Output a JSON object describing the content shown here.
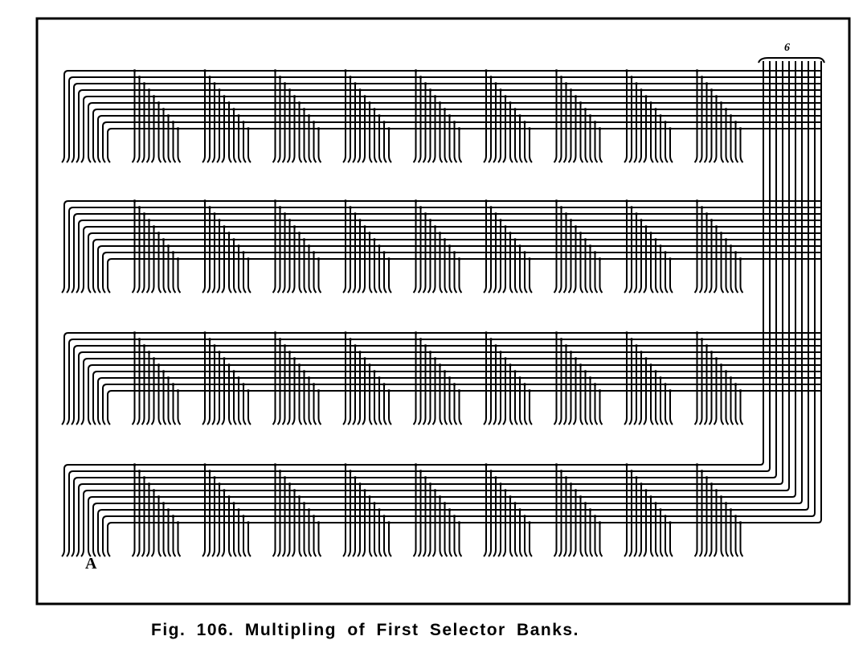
{
  "figure": {
    "caption": "Fig. 106.  Multipling of First Selector Banks.",
    "label_a": "A",
    "label_cable": "6",
    "banks": 4,
    "groups_per_bank": 10,
    "contacts_per_group": 10,
    "ink_color": "#000000"
  }
}
